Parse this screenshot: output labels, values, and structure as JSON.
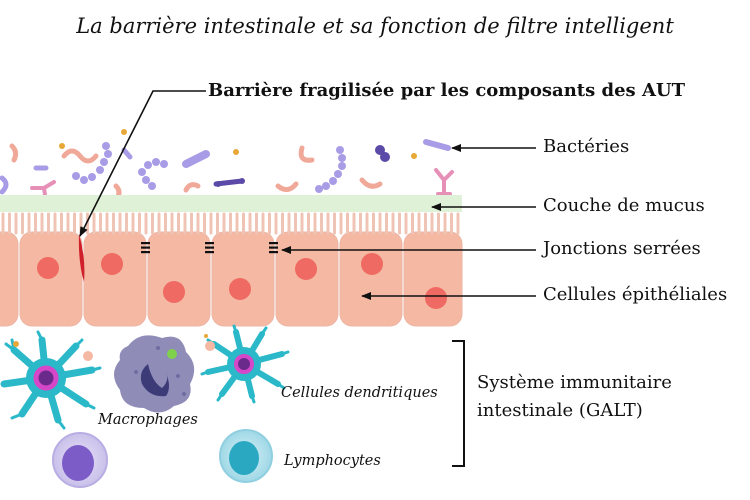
{
  "title": "La barrière intestinale et sa fonction de filtre intelligent",
  "warning_label": "Barrière fragilisée par les composants des AUT",
  "labels": {
    "bacteria": "Bactéries",
    "mucus": "Couche de mucus",
    "tight_junctions": "Jonctions serrées",
    "epithelial": "Cellules épithéliales"
  },
  "immune_system": {
    "line1": "Système immunitaire",
    "line2": "intestinale (GALT)"
  },
  "cell_labels": {
    "macrophages": "Macrophages",
    "dendritic": "Cellules dendritiques",
    "lymphocytes": "Lymphocytes"
  },
  "colors": {
    "mucus": "#dff2d8",
    "epithelial_cell": "#f5b8a3",
    "nucleus": "#ee6a62",
    "breach": "#d0202c",
    "dendritic_cell": "#2bb9c9",
    "macrophage": "#8f8db8",
    "lymphocyte_purple": "#7c5cc7",
    "lymphocyte_teal": "#2aa8c2"
  }
}
